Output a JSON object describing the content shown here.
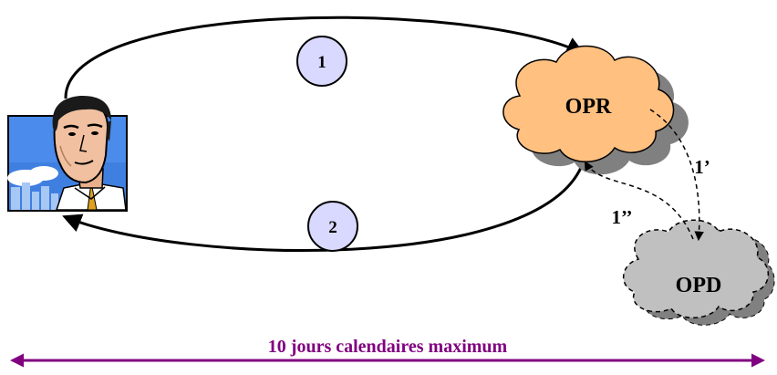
{
  "diagram": {
    "steps": {
      "step1": "1",
      "step2": "2",
      "step1_prime": "1’",
      "step1_double_prime": "1’’"
    },
    "nodes": {
      "opr": "OPR",
      "opd": "OPD"
    },
    "timeline": "10 jours calendaires maximum"
  },
  "colors": {
    "opr_fill": "#FFC080",
    "opd_fill": "#C0C0C0",
    "cloud_shadow": "#808080",
    "step_circle_fill": "#D9D9FF",
    "timeline": "#800080",
    "arrow": "#000000"
  },
  "icons": {
    "person": "businessman-clipart-icon"
  }
}
